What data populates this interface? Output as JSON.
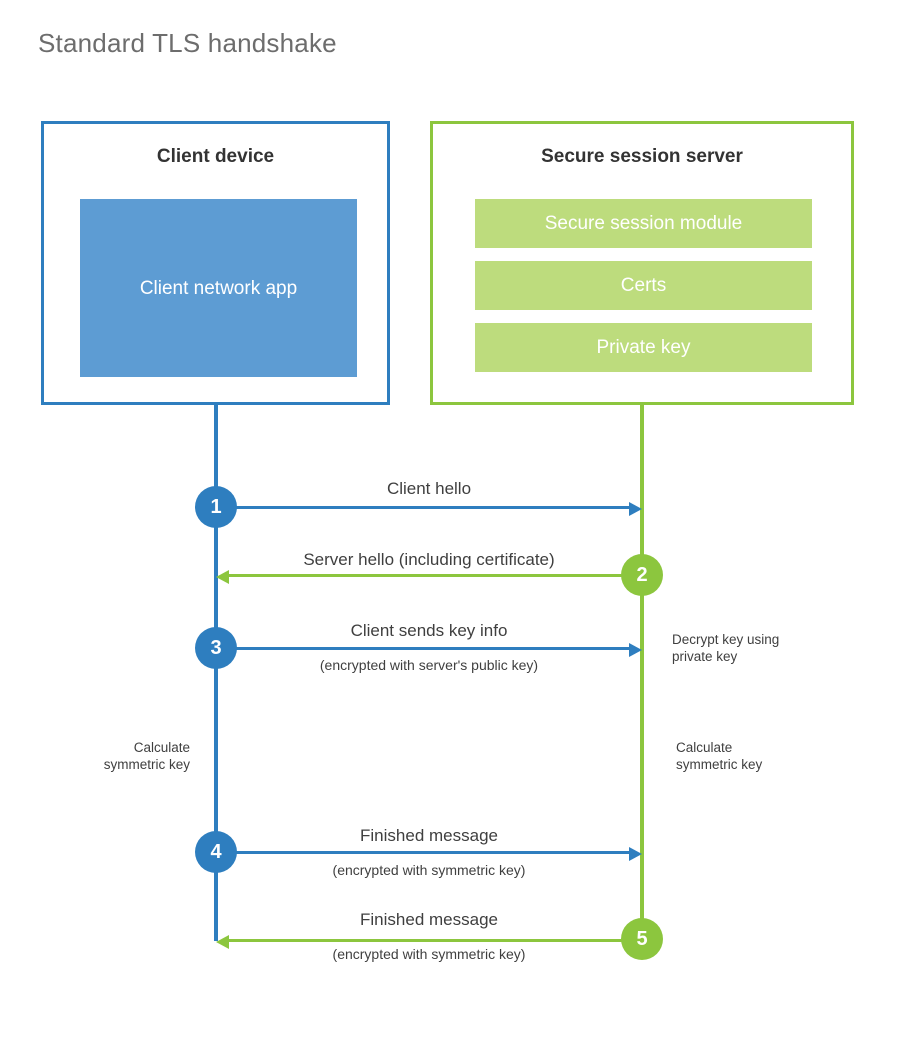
{
  "title": "Standard TLS handshake",
  "colors": {
    "client_blue": "#2E7EBF",
    "client_app_fill": "#5D9CD3",
    "server_green": "#8CC63E",
    "server_bar_fill": "#BDDC7D",
    "title_gray": "#6d6d6d",
    "text_gray": "#3f3f3f",
    "background": "#ffffff"
  },
  "parties": {
    "client": {
      "title": "Client device",
      "app_label": "Client network app"
    },
    "server": {
      "title": "Secure session server",
      "components": [
        {
          "label": "Secure session module"
        },
        {
          "label": "Certs"
        },
        {
          "label": "Private key"
        }
      ]
    }
  },
  "steps": [
    {
      "number": "1",
      "label": "Client hello",
      "sublabel": "",
      "direction": "client-to-server",
      "color": "#2E7EBF"
    },
    {
      "number": "2",
      "label": "Server hello (including certificate)",
      "sublabel": "",
      "direction": "server-to-client",
      "color": "#8CC63E"
    },
    {
      "number": "3",
      "label": "Client sends key info",
      "sublabel": "(encrypted with server's public key)",
      "direction": "client-to-server",
      "color": "#2E7EBF"
    },
    {
      "number": "4",
      "label": "Finished message",
      "sublabel": "(encrypted with symmetric key)",
      "direction": "client-to-server",
      "color": "#2E7EBF"
    },
    {
      "number": "5",
      "label": "Finished message",
      "sublabel": "(encrypted with symmetric key)",
      "direction": "server-to-client",
      "color": "#8CC63E"
    }
  ],
  "annotations": {
    "decrypt_key": "Decrypt key using\nprivate key",
    "client_calculate": "Calculate\nsymmetric key",
    "server_calculate": "Calculate\nsymmetric key"
  }
}
